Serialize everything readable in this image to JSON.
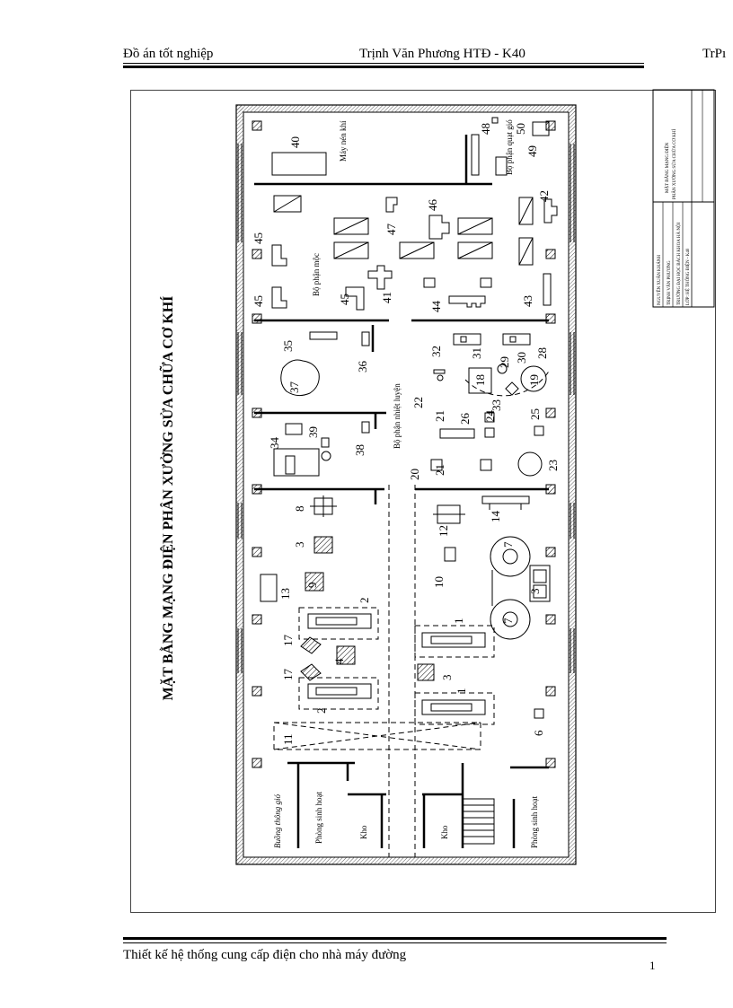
{
  "header": {
    "left": "Đồ án tốt nghiệp",
    "center": "Trịnh Văn Phương HTĐ - K40",
    "right": "TrPı"
  },
  "drawing": {
    "title": "MẶT BẰNG MẠNG ĐIỆN PHÂN XƯỞNG SỬA CHỮA CƠ KHÍ",
    "zones": {
      "may_nen_khi": "Máy nén khí",
      "bo_phan_quat_gio": "Bộ phận quạt gió",
      "bo_phan_moc": "Bộ phận mộc",
      "bo_phan_nhiet_luyen": "Bộ phận nhiệt luyện",
      "buong_thong_gio": "Buồng thông gió",
      "phong_sinh_hoat_1": "Phòng sinh hoạt",
      "kho_1": "Kho",
      "kho_2": "Kho",
      "phong_sinh_hoat_2": "Phòng sinh hoạt"
    },
    "machine_numbers": {
      "m40": "40",
      "m48": "48",
      "m50": "50",
      "m49": "49",
      "m45a": "45",
      "m47": "47",
      "m46": "46",
      "m42": "42",
      "m45b": "45",
      "m45c": "45",
      "m41": "41",
      "m44": "44",
      "m43": "43",
      "m35": "35",
      "m36": "36",
      "m37": "37",
      "m32": "32",
      "m31": "31",
      "m29": "29",
      "m30": "30",
      "m28": "28",
      "m18": "18",
      "m19": "19",
      "m33": "33",
      "m22": "22",
      "m34": "34",
      "m39": "39",
      "m38": "38",
      "m21a": "21",
      "m26": "26",
      "m24": "24",
      "m25": "25",
      "m20": "20",
      "m21b": "21",
      "m23": "23",
      "m8": "8",
      "m3a": "3",
      "m12": "12",
      "m14": "14",
      "m7a": "7",
      "m13": "13",
      "m9": "9",
      "m10": "10",
      "m2a": "2",
      "m3b": "3",
      "m7b": "7",
      "m17a": "17",
      "m4": "4",
      "m1a": "1",
      "m17b": "17",
      "m3c": "3",
      "m2b": "2",
      "m1b": "1",
      "m11": "11",
      "m6": "6"
    },
    "title_block": {
      "row1": "MẶT BẰNG MẠNG ĐIỆN",
      "row2": "PHÂN XƯỞNG SỬA CHỮA CƠ KHÍ",
      "row3": "NGUYỄN XUÂN KHÁNH",
      "row4": "TRỊNH VĂN PHƯƠNG",
      "row5": "TRƯỜNG ĐẠI HỌC BÁCH KHOA HÀ NỘI",
      "row6": "LỚP: HỆ THỐNG ĐIỆN - K40"
    }
  },
  "footer": {
    "text": "Thiết kế hệ thống cung cấp điện cho nhà máy đường",
    "page_number": "1"
  }
}
